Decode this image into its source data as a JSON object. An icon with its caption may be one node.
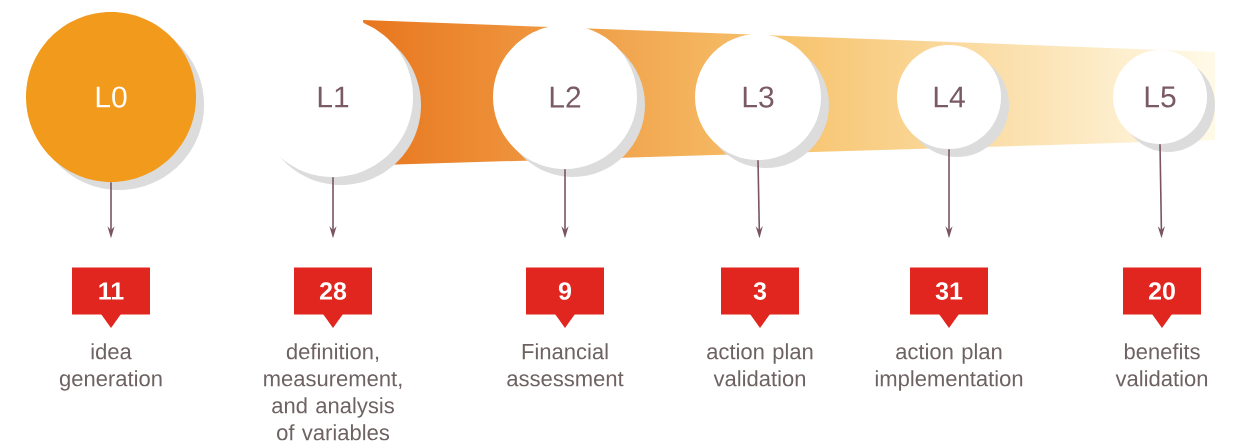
{
  "diagram": {
    "nodes": [
      {
        "text": [
          "L0"
        ]
      },
      {
        "text": [
          "L1"
        ]
      },
      {
        "text": [
          "L2"
        ]
      },
      {
        "text": [
          "L3"
        ]
      },
      {
        "text": [
          "L4"
        ]
      },
      {
        "text": [
          "L5"
        ]
      },
      {
        "text": [
          "11"
        ],
        "beside": [
          "idea generation"
        ]
      },
      {
        "text": [
          "28"
        ],
        "beside": [
          "definition, measurement, and analysis of variables"
        ]
      },
      {
        "text": [
          "9"
        ],
        "beside": [
          "Financial assessment"
        ]
      },
      {
        "text": [
          "3"
        ],
        "beside": [
          "action plan validation"
        ]
      },
      {
        "text": [
          "31"
        ],
        "beside": [
          "action plan implementation"
        ]
      },
      {
        "text": [
          "20"
        ],
        "beside": [
          "benefits validation"
        ]
      }
    ],
    "edges": [
      {
        "from": 0,
        "to": 6,
        "arrow": "to"
      },
      {
        "from": 1,
        "to": 7,
        "arrow": "to"
      },
      {
        "from": 2,
        "to": 8,
        "arrow": "to"
      },
      {
        "from": 3,
        "to": 9,
        "arrow": "to"
      },
      {
        "from": 4,
        "to": 10,
        "arrow": "to"
      },
      {
        "from": 5,
        "to": 11,
        "arrow": "to"
      }
    ]
  }
}
